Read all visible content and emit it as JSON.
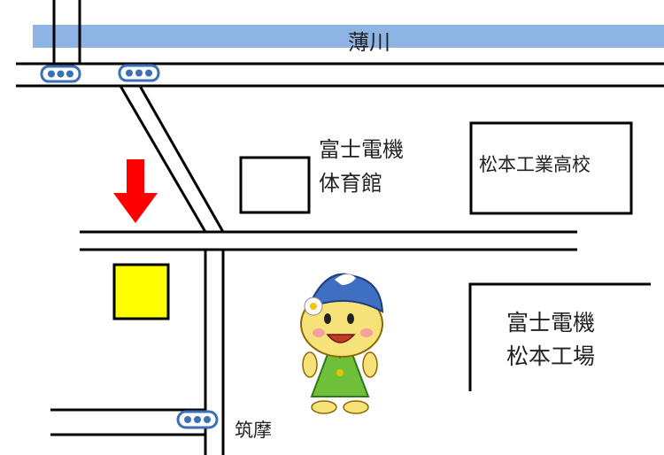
{
  "river": {
    "name": "薄川",
    "color": "#8EB4E3"
  },
  "colors": {
    "road": "#000000",
    "signal_body": "#3B6FB6",
    "destination": "#FFFF00",
    "arrow": "#FF0000"
  },
  "traffic_signals": [
    {
      "name": "signal-top-left"
    },
    {
      "name": "signal-top-middle"
    },
    {
      "name": "signal-chikuma"
    }
  ],
  "landmarks": {
    "fuji_gym": {
      "line1": "富士電機",
      "line2": "体育館"
    },
    "high_school": {
      "name": "松本工業高校"
    },
    "fuji_factory": {
      "line1": "富士電機",
      "line2": "松本工場"
    }
  },
  "intersection": {
    "name": "筑摩"
  },
  "destination": {
    "icon": "destination-marker"
  },
  "arrow": {
    "icon": "arrow-down-icon"
  },
  "mascot": {
    "icon": "mascot-character"
  }
}
